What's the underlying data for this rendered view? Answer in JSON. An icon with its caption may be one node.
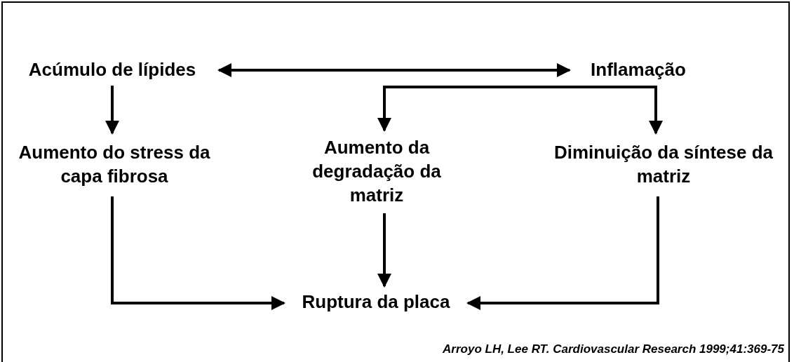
{
  "diagram": {
    "caption": "Arroyo LH, Lee RT. Cardiovascular Research 1999;41:369-75",
    "nodes": [
      {
        "text": [
          "Acúmulo de lípides"
        ]
      },
      {
        "text": [
          "Inflamação"
        ]
      },
      {
        "text": [
          "Aumento do stress da capa fibrosa"
        ]
      },
      {
        "text": [
          "Aumento da degradação da matriz"
        ]
      },
      {
        "text": [
          "Diminuição da síntese da matriz"
        ]
      },
      {
        "text": [
          "Ruptura da placa"
        ]
      }
    ],
    "edges": [
      {
        "from": 0,
        "to": 1,
        "arrow": "both"
      },
      {
        "from": 0,
        "to": 2,
        "arrow": "to"
      },
      {
        "from": 1,
        "to": 3,
        "arrow": "to"
      },
      {
        "from": 1,
        "to": 4,
        "arrow": "to"
      },
      {
        "from": 3,
        "to": 5,
        "arrow": "to"
      },
      {
        "from": 2,
        "to": 5,
        "arrow": "to"
      },
      {
        "from": 4,
        "to": 5,
        "arrow": "to"
      }
    ]
  }
}
